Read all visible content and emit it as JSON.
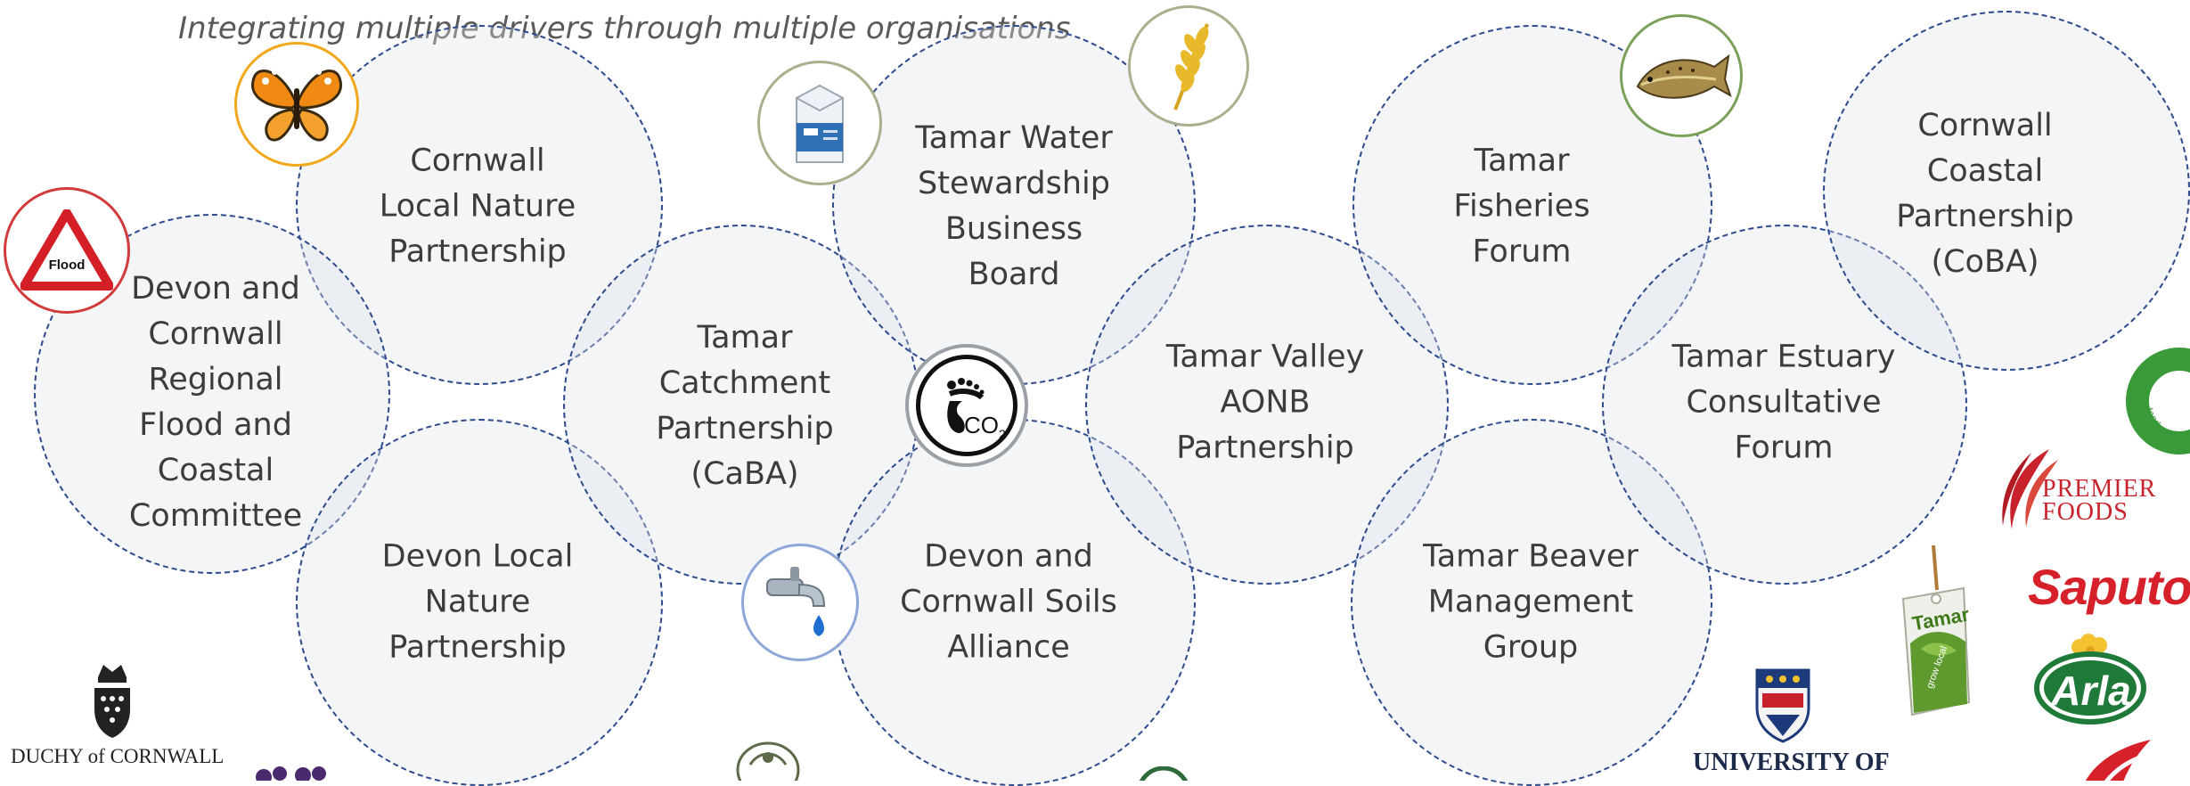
{
  "heading": "Integrating multiple drivers through multiple organisations",
  "nodes": [
    {
      "id": "cornwall-lnp",
      "label": "Cornwall\nLocal Nature\nPartnership"
    },
    {
      "id": "devon-cornwall-flood",
      "label": "Devon and\nCornwall\nRegional\nFlood and\nCoastal\nCommittee"
    },
    {
      "id": "devon-lnp",
      "label": "Devon  Local\nNature\nPartnership"
    },
    {
      "id": "tamar-catchment",
      "label": "Tamar\nCatchment\nPartnership\n(CaBA)"
    },
    {
      "id": "tamar-water-stewardship",
      "label": "Tamar Water\nStewardship\nBusiness\nBoard"
    },
    {
      "id": "soils-alliance",
      "label": "Devon and\nCornwall Soils\nAlliance"
    },
    {
      "id": "tamar-valley-aonb",
      "label": "Tamar Valley\nAONB\nPartnership"
    },
    {
      "id": "tamar-fisheries",
      "label": "Tamar\nFisheries\nForum"
    },
    {
      "id": "tamar-beaver",
      "label": "Tamar Beaver\nManagement\nGroup"
    },
    {
      "id": "tamar-estuary",
      "label": "Tamar Estuary\nConsultative\nForum"
    },
    {
      "id": "cornwall-coastal",
      "label": "Cornwall\nCoastal\nPartnership\n(CoBA)"
    }
  ],
  "badges": {
    "flood_sign": "Flood",
    "co2": "CO",
    "co2_sub": "2"
  },
  "logos": {
    "duchy": "DUCHY of CORNWALL",
    "university": "UNIVERSITY OF",
    "premier_line1": "PREMIER",
    "premier_line2": "FOODS",
    "saputo": "Saputo",
    "arla": "Arla",
    "tamar_tag": "Tamar",
    "tamar_tag_sub": "grow local",
    "food_ring": "food and d"
  },
  "colors": {
    "circle_border": "#2d4a8c",
    "butterfly_ring": "#f2a81d",
    "wheat_ring": "#a8b08e",
    "fish_ring": "#7aa05a",
    "tap_ring": "#8fa6d8",
    "flood_ring": "#d23b3b",
    "milk_ring": "#a8b08e",
    "premier_red": "#c8232c",
    "saputo_red": "#d6202a",
    "arla_green": "#1f7a3a",
    "tamar_green": "#5f9a2e",
    "food_ring_green": "#3a9a3a"
  }
}
